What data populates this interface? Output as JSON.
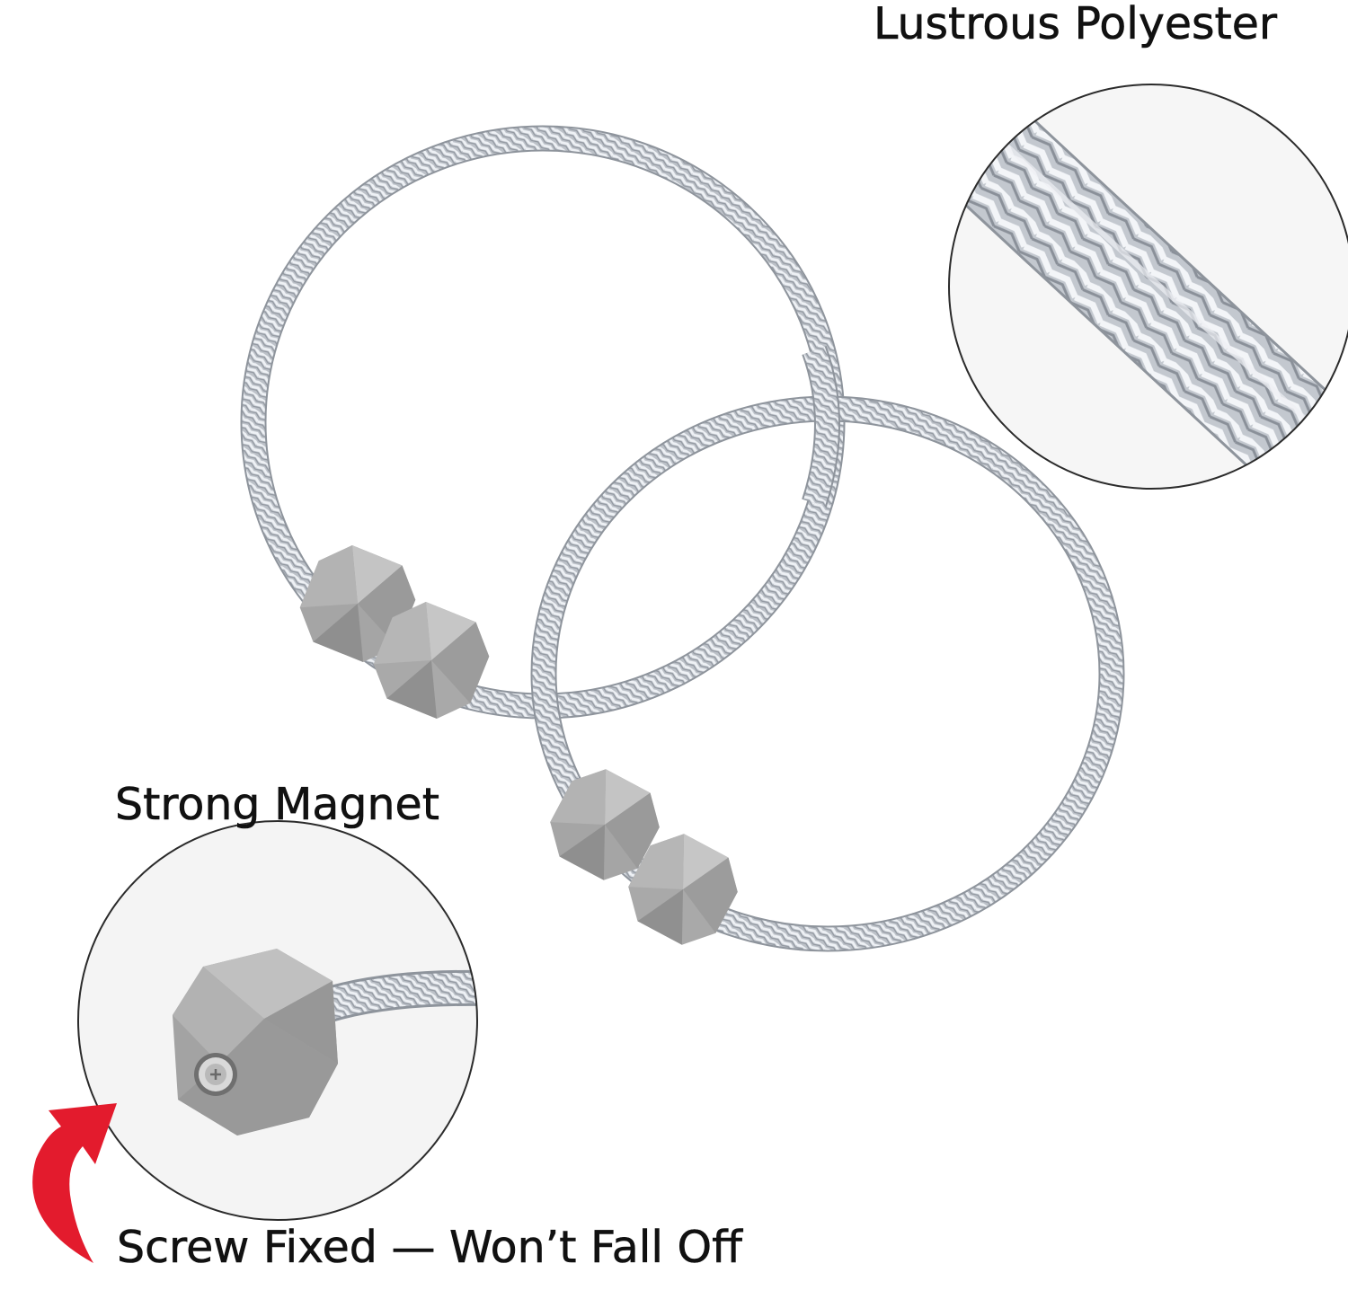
{
  "image": {
    "background": "#ffffff",
    "colors": {
      "cord_base": "#b7bcc3",
      "cord_highlight": "#f2f4f7",
      "cord_shadow": "#8e949c",
      "magnet_block": "#a7a7a7",
      "magnet_face_light": "#c2c2c2",
      "magnet_face_dark": "#8d8d8d",
      "inset_border": "#2b2b2b",
      "arrow": "#e31b2d",
      "text": "#111111"
    }
  },
  "captions": {
    "polyester": "Lustrous Polyester",
    "magnet": "Strong Magnet",
    "screw": "Screw Fixed — Won’t Fall Off"
  },
  "insets": {
    "braid_icon": "braided-cord-closeup",
    "magnet_icon": "magnet-screw-closeup"
  },
  "arrow_icon": "curved-arrow-icon"
}
